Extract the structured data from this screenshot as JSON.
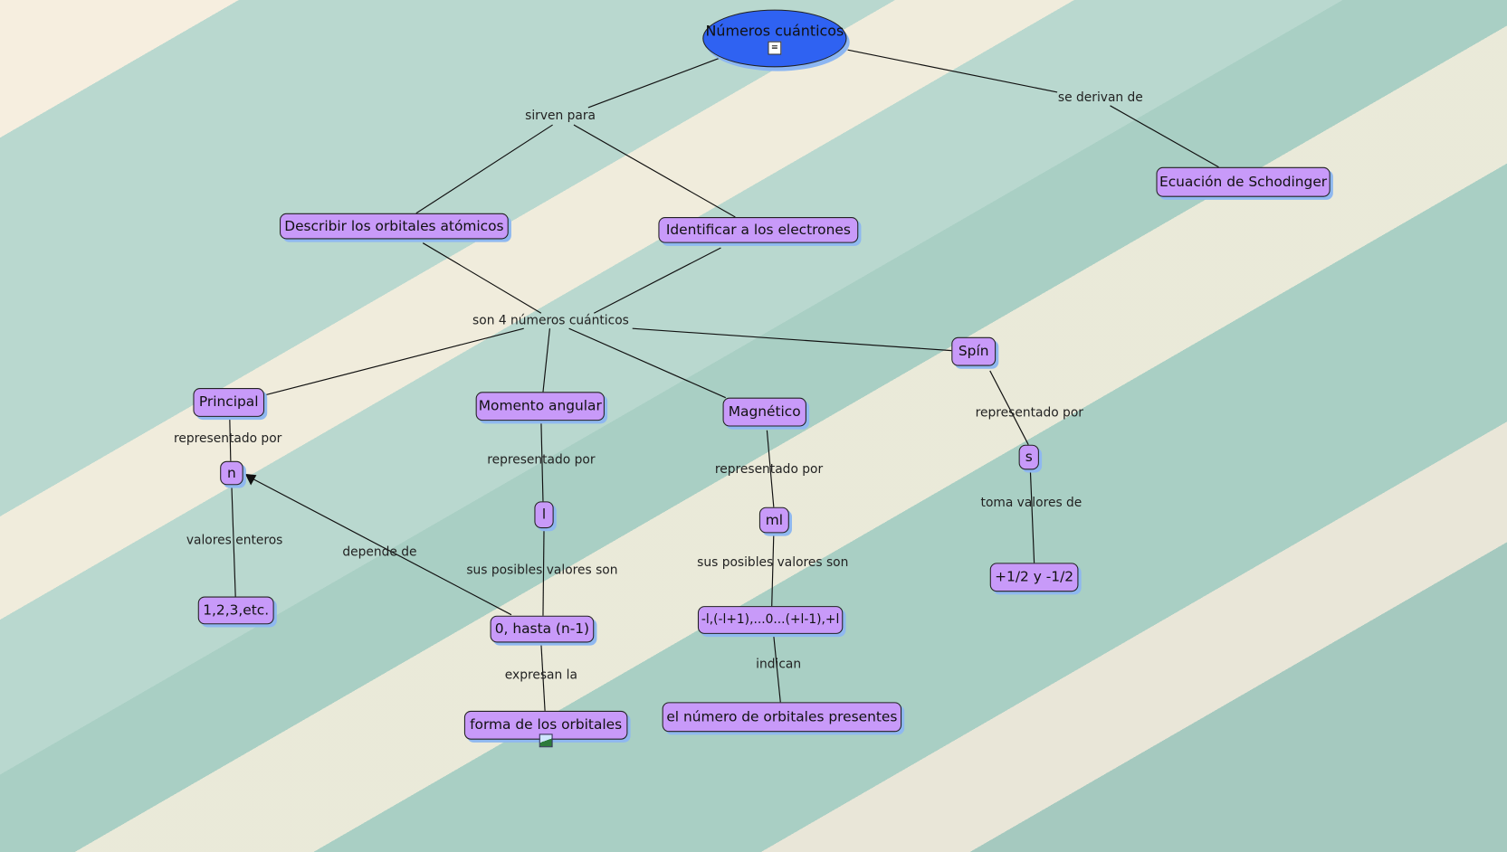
{
  "map": {
    "root": "Números cuánticos",
    "nodes": {
      "ecuacion": "Ecuación de Schodinger",
      "describir": "Describir los orbitales atómicos",
      "identificar": "Identificar a los electrones",
      "principal": "Principal",
      "momento": "Momento angular",
      "magnetico": "Magnético",
      "spin": "Spín",
      "n": "n",
      "l": "l",
      "ml": "ml",
      "s": "s",
      "enteros": "1,2,3,etc.",
      "hasta": "0, hasta (n-1)",
      "ml_vals": "-l,(-l+1),...0...(+l-1),+l",
      "s_vals": "+1/2 y -1/2",
      "forma": "forma de los orbitales",
      "numero": "el número de orbitales presentes"
    },
    "links": {
      "sirven": "sirven para",
      "derivan": "se derivan de",
      "son4": "son 4 números cuánticos",
      "rep": "representado por",
      "valores_enteros": "valores enteros",
      "depende": "depende de",
      "posibles": "sus posibles valores son",
      "toma": "toma valores de",
      "expresan": "expresan la",
      "indican": "indican"
    }
  }
}
